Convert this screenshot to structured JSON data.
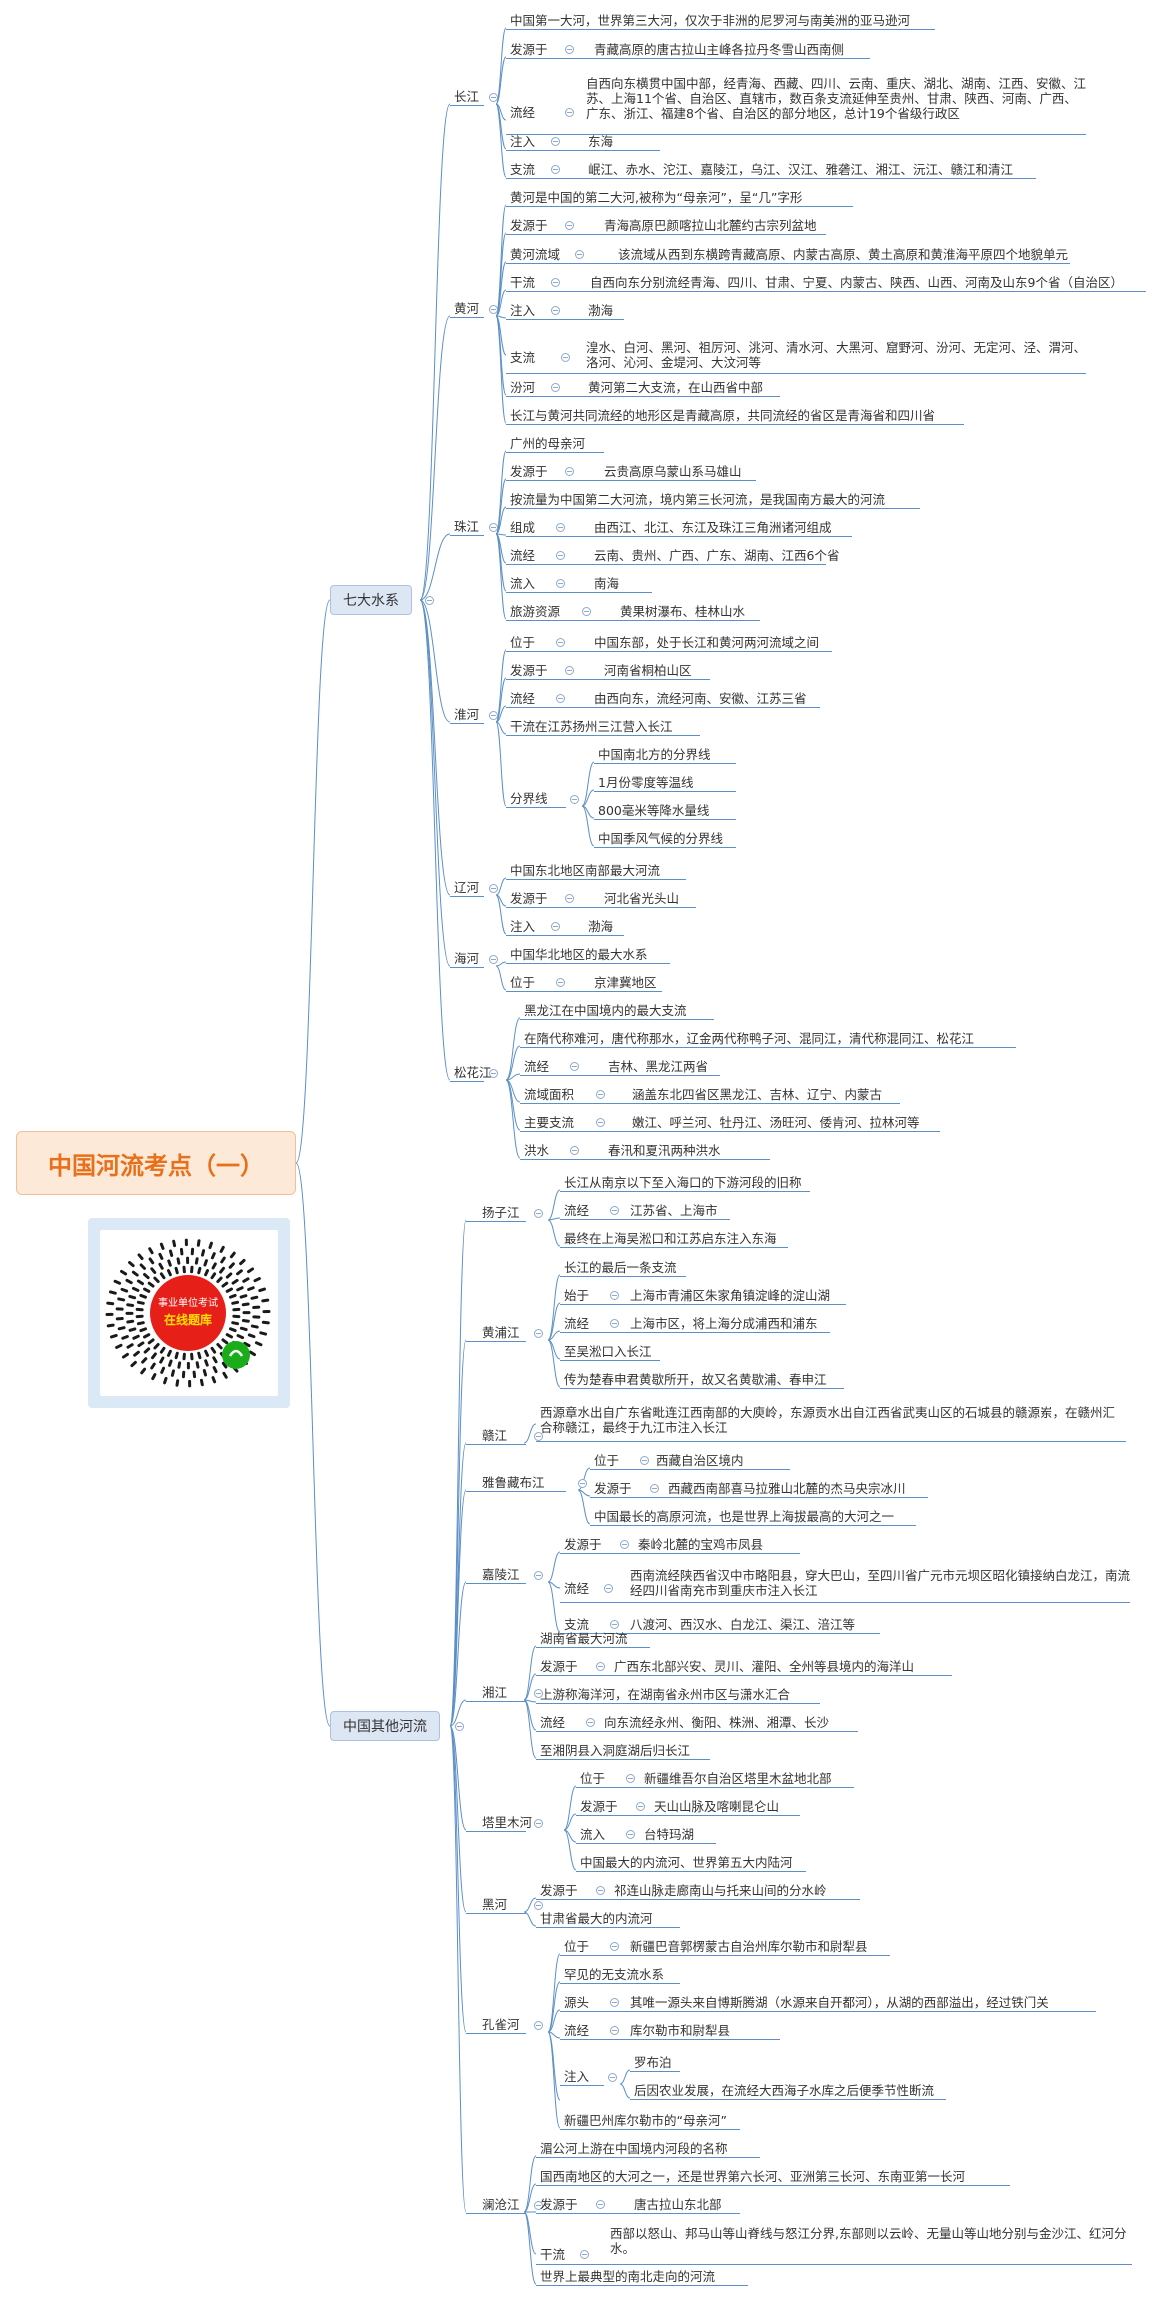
{
  "root": "中国河流考点（一）",
  "qr": {
    "line1": "事业单位考试",
    "line2": "在线题库"
  },
  "categories": [
    "七大水系",
    "中国其他河流"
  ],
  "colors": {
    "line": "#5b8fc7",
    "root_bg": "#fde9d7",
    "root_text": "#e8701a",
    "cat_bg": "#dce7f3"
  },
  "texts": [
    "长江",
    "黄河",
    "珠江",
    "淮河",
    "辽河",
    "海河",
    "松花江",
    "中国第一大河，世界第三大河，仅次于非洲的尼罗河与南美洲的亚马逊河",
    "发源于",
    "青藏高原的唐古拉山主峰各拉丹冬雪山西南侧",
    "流经",
    "自西向东横贯中国中部，经青海、西藏、四川、云南、重庆、湖北、湖南、江西、安徽、江苏、上海11个省、自治区、直辖市，数百条支流延伸至贵州、甘肃、陕西、河南、广西、广东、浙江、福建8个省、自治区的部分地区，总计19个省级行政区",
    "注入",
    "东海",
    "支流",
    "岷江、赤水、沱江、嘉陵江，乌江、汉江、雅砻江、湘江、沅江、赣江和清江",
    "黄河是中国的第二大河,被称为“母亲河”，呈“几”字形",
    "青海高原巴颜喀拉山北麓约古宗列盆地",
    "黄河流域",
    "该流域从西到东横跨青藏高原、内蒙古高原、黄土高原和黄淮海平原四个地貌单元",
    "干流",
    "自西向东分别流经青海、四川、甘肃、宁夏、内蒙古、陕西、山西、河南及山东9个省（自治区）",
    "渤海",
    "湟水、白河、黑河、祖厉河、洮河、清水河、大黑河、窟野河、汾河、无定河、泾、渭河、洛河、沁河、金堤河、大汶河等",
    "汾河",
    "黄河第二大支流，在山西省中部",
    "长江与黄河共同流经的地形区是青藏高原，共同流经的省区是青海省和四川省",
    "广州的母亲河",
    "云贵高原乌蒙山系马雄山",
    "按流量为中国第二大河流，境内第三长河流，是我国南方最大的河流",
    "组成",
    "由西江、北江、东江及珠江三角洲诸河组成",
    "云南、贵州、广西、广东、湖南、江西6个省",
    "流入",
    "南海",
    "旅游资源",
    "黄果树瀑布、桂林山水",
    "位于",
    "中国东部，处于长江和黄河两河流域之间",
    "河南省桐柏山区",
    "由西向东，流经河南、安徽、江苏三省",
    "干流在江苏扬州三江营入长江",
    "分界线",
    "中国南北方的分界线",
    "1月份零度等温线",
    "800毫米等降水量线",
    "中国季风气候的分界线",
    "中国东北地区南部最大河流",
    "河北省光头山",
    "中国华北地区的最大水系",
    "京津冀地区",
    "黑龙江在中国境内的最大支流",
    "在隋代称难河，唐代称那水，辽金两代称鸭子河、混同江，清代称混同江、松花江",
    "吉林、黑龙江两省",
    "流域面积",
    "涵盖东北四省区黑龙江、吉林、辽宁、内蒙古",
    "主要支流",
    "嫩江、呼兰河、牡丹江、汤旺河、倭肯河、拉林河等",
    "洪水",
    "春汛和夏汛两种洪水",
    "扬子江",
    "黄浦江",
    "赣江",
    "雅鲁藏布江",
    "嘉陵江",
    "湘江",
    "塔里木河",
    "黑河",
    "孔雀河",
    "澜沧江",
    "长江从南京以下至入海口的下游河段的旧称",
    "江苏省、上海市",
    "最终在上海吴淞口和江苏启东注入东海",
    "长江的最后一条支流",
    "始于",
    "上海市青浦区朱家角镇淀峰的淀山湖",
    "上海市区，将上海分成浦西和浦东",
    "至吴淞口入长江",
    "传为楚春申君黄歇所开，故又名黄歇浦、春申江",
    "西源章水出自广东省毗连江西南部的大庾岭，东源贡水出自江西省武夷山区的石城县的赣源岽，在赣州汇合称赣江，最终于九江市注入长江",
    "西藏自治区境内",
    "西藏西南部喜马拉雅山北麓的杰马央宗冰川",
    "中国最长的高原河流，也是世界上海拔最高的大河之一",
    "秦岭北麓的宝鸡市凤县",
    "西南流经陕西省汉中市略阳县，穿大巴山，至四川省广元市元坝区昭化镇接纳白龙江，南流经四川省南充市到重庆市注入长江",
    "八渡河、西汉水、白龙江、渠江、涪江等",
    "湖南省最大河流",
    "广西东北部兴安、灵川、灌阳、全州等县境内的海洋山",
    "上游称海洋河，在湖南省永州市区与潇水汇合",
    "向东流经永州、衡阳、株洲、湘潭、长沙",
    "至湘阴县入洞庭湖后归长江",
    "新疆维吾尔自治区塔里木盆地北部",
    "天山山脉及喀喇昆仑山",
    "台特玛湖",
    "中国最大的内流河、世界第五大内陆河",
    "祁连山脉走廊南山与托来山间的分水岭",
    "甘肃省最大的内流河",
    "新疆巴音郭楞蒙古自治州库尔勒市和尉犁县",
    "罕见的无支流水系",
    "源头",
    "其唯一源头来自博斯腾湖（水源来自开都河），从湖的西部溢出，经过铁门关",
    "库尔勒市和尉犁县",
    "罗布泊",
    "后因农业发展，在流经大西海子水库之后便季节性断流",
    "新疆巴州库尔勒市的“母亲河”",
    "湄公河上游在中国境内河段的名称",
    "国西南地区的大河之一，还是世界第六长河、亚洲第三长河、东南亚第一长河",
    "唐古拉山东北部",
    "西部以怒山、邦马山等山脊线与怒江分界,东部则以云岭、无量山等山地分别与金沙江、红河分水。",
    "世界上最典型的南北走向的河流"
  ]
}
